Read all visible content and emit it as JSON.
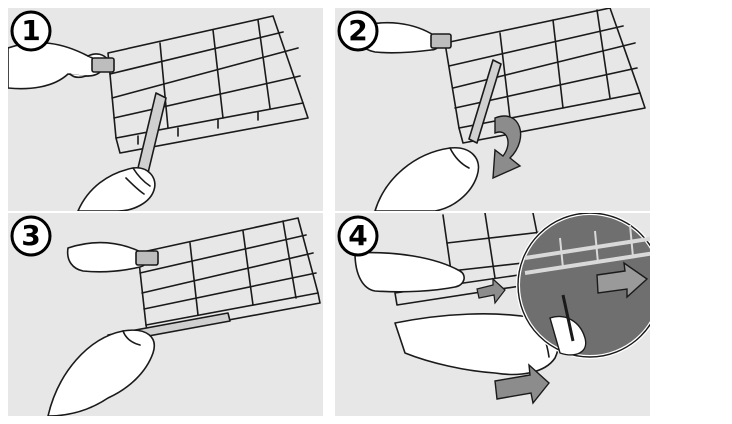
{
  "steps": [
    {
      "number": "1"
    },
    {
      "number": "2"
    },
    {
      "number": "3"
    },
    {
      "number": "4"
    }
  ],
  "colors": {
    "background": "#ffffff",
    "panel_fill": "#e7e7e7",
    "line_art": "#1a1a1a",
    "arrow_fill": "#8c8c8c",
    "detail_fill": "#6f6f6f"
  },
  "icons": [
    "hand",
    "wire-mesh-cable-tray",
    "coupling-clip",
    "tool-handle",
    "rotate-arrow",
    "push-arrow",
    "magnified-detail"
  ]
}
